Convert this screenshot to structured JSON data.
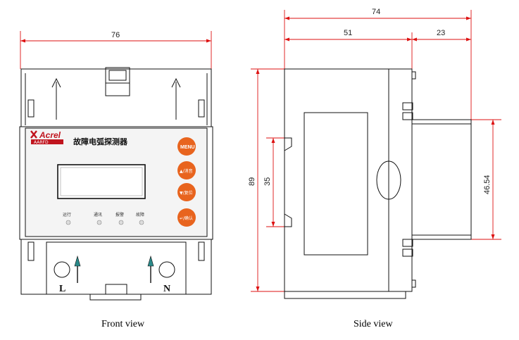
{
  "dimensions": {
    "front_width": "76",
    "side_total_depth": "74",
    "side_depth_body": "51",
    "side_depth_front": "23",
    "height": "89",
    "rail_height": "35",
    "front_step_height": "46.54"
  },
  "device": {
    "brand": "Acrel",
    "brand_sub": "AARFD",
    "title": "故障电弧探测器",
    "buttons": [
      "MENU",
      "▲/消音",
      "▼/复位",
      "↵/确认"
    ],
    "indicators": [
      "运行",
      "通讯",
      "报警",
      "故障"
    ],
    "terminals": [
      "L",
      "N"
    ]
  },
  "captions": {
    "front": "Front view",
    "side": "Side view"
  },
  "colors": {
    "dimension_line": "#d11111",
    "button_orange": "#e8641e",
    "brand_red": "#c0141e",
    "terminal_arrow": "#2a8a8a"
  }
}
